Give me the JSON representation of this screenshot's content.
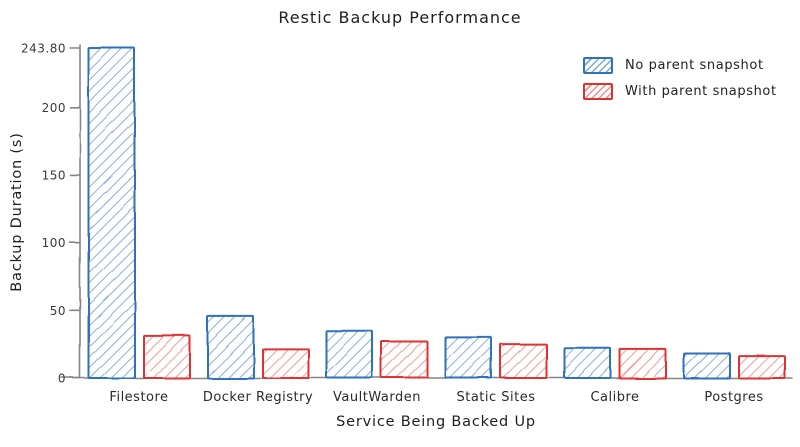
{
  "chart_data": {
    "type": "bar",
    "style": "hand-drawn",
    "title": "Restic Backup Performance",
    "xlabel": "Service Being Backed Up",
    "ylabel": "Backup Duration (s)",
    "categories": [
      "Filestore",
      "Docker Registry",
      "VaultWarden",
      "Static Sites",
      "Calibre",
      "Postgres"
    ],
    "series": [
      {
        "name": "No parent snapshot",
        "color": "#2f71bc",
        "hatch_color": "#7ea6d6",
        "values": [
          243.8,
          45.5,
          34.5,
          30,
          22,
          18.5
        ]
      },
      {
        "name": "With parent snapshot",
        "color": "#e03131",
        "hatch_color": "#f0908f",
        "values": [
          31.5,
          21.5,
          27,
          25,
          21.5,
          16.5
        ]
      }
    ],
    "yticks": [
      0,
      50,
      100,
      150,
      200,
      243.8
    ],
    "ytick_labels": [
      "0",
      "50",
      "100",
      "150",
      "200",
      "243.80"
    ],
    "ylim": [
      0,
      243.8
    ],
    "legend_position": "upper right",
    "grid": false,
    "axis_color": "#858585",
    "text_color": "#2a2a2a",
    "background_color": "#ffffff"
  }
}
